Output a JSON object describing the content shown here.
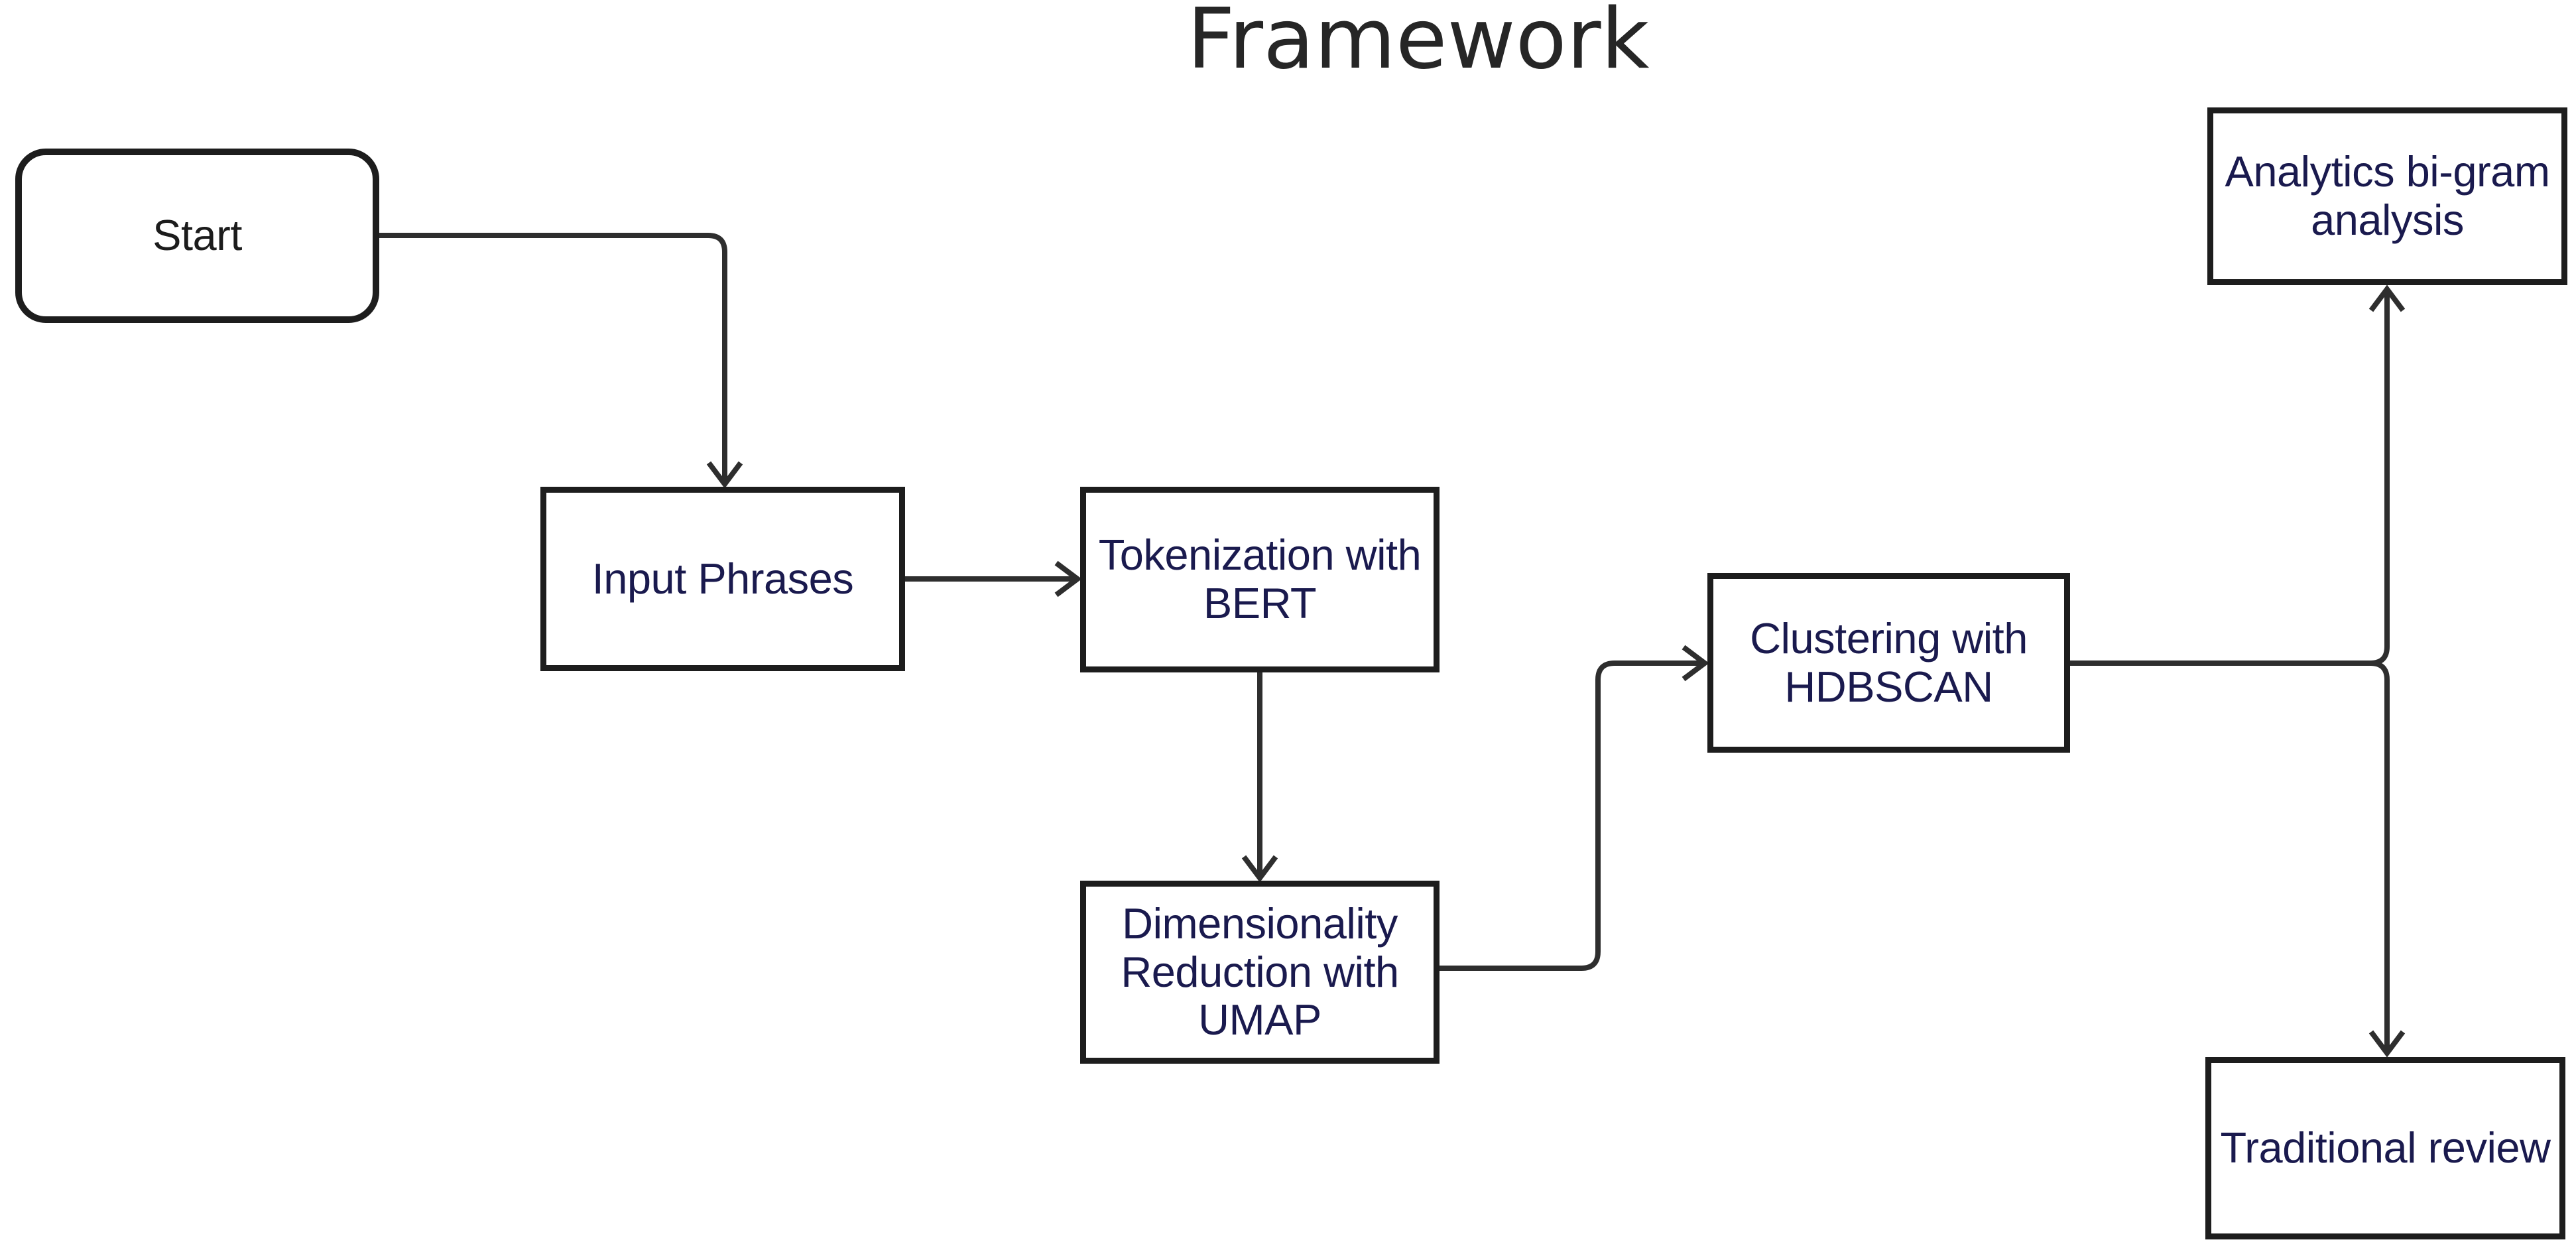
{
  "title": "Framework",
  "colors": {
    "background": "#ffffff",
    "node_border": "#1d1d1d",
    "connector": "#2e2e2e",
    "label_navy": "#1a1a4e",
    "start_label": "#1c1c1c",
    "title_color": "#262626"
  },
  "nodes": [
    {
      "id": "start",
      "label": "Start",
      "shape": "rounded-rectangle"
    },
    {
      "id": "input",
      "label": "Input Phrases",
      "shape": "rectangle"
    },
    {
      "id": "token",
      "label": "Tokenization with BERT",
      "shape": "rectangle"
    },
    {
      "id": "dimred",
      "label": "Dimensionality Reduction with UMAP",
      "shape": "rectangle"
    },
    {
      "id": "cluster",
      "label": "Clustering with HDBSCAN",
      "shape": "rectangle"
    },
    {
      "id": "analytics",
      "label": "Analytics bi-gram analysis",
      "shape": "rectangle"
    },
    {
      "id": "traditional",
      "label": "Traditional review",
      "shape": "rectangle"
    }
  ],
  "edges": [
    {
      "from": "Start",
      "to": "Input Phrases",
      "style": "right-then-down, open arrowhead"
    },
    {
      "from": "Input Phrases",
      "to": "Tokenization with BERT",
      "style": "straight right, open arrowhead"
    },
    {
      "from": "Tokenization with BERT",
      "to": "Dimensionality Reduction with UMAP",
      "style": "straight down, open arrowhead"
    },
    {
      "from": "Dimensionality Reduction with UMAP",
      "to": "Clustering with HDBSCAN",
      "style": "right-up-right, open arrowhead"
    },
    {
      "from": "Clustering with HDBSCAN",
      "to": "Analytics bi-gram analysis",
      "style": "right then split up, open arrowhead"
    },
    {
      "from": "Clustering with HDBSCAN",
      "to": "Traditional review",
      "style": "right then split down, open arrowhead"
    }
  ]
}
